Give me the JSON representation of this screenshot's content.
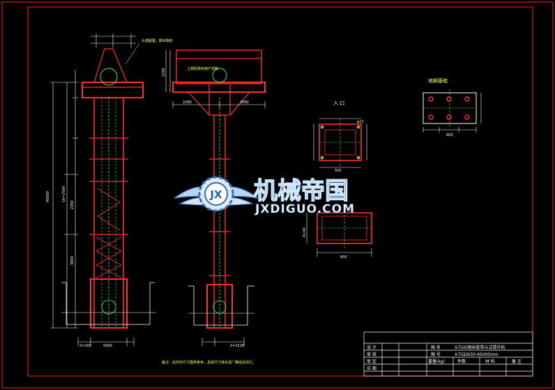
{
  "drawing": {
    "note": "备注：此外形尺寸图供参考，具体尺寸待水泥厂确定后另行。",
    "labels": {
      "top_left_callout": "头部超重，卸出物料",
      "mid_callout": "上部机架由用户自制",
      "entrance_title": "入 口",
      "foundation_title": "地脚基础",
      "bolt_callout": "φ22",
      "dim_total_height": "45000",
      "dim_mid_height": "16=2500",
      "dim_2350": "2350",
      "dim_3800": "3800",
      "dim_1200": "1200",
      "dim_h_top": "2280",
      "dim_h_top2": "2660",
      "dim_base1": "2=200",
      "dim_base2": "5000",
      "dim_base3": "2=1529",
      "dim_500": "500",
      "dim_600": "600",
      "dim_600b": "600",
      "dim_4_40": "4×40"
    }
  },
  "watermark": {
    "cn": "机械帝国",
    "en": "JXDIGUO.COM",
    "badge": "JX"
  },
  "title_block": {
    "rows": [
      {
        "label": "设 计",
        "key": "图 名",
        "value": "X-TGD钢丝胶带斗式提升机"
      },
      {
        "label": "审 核",
        "key": "图 号",
        "value": "X-TGD630-45000mm"
      },
      {
        "label": "审 定",
        "key": "重量(kg)",
        "value": "件数",
        "col3": "材 料",
        "col4": "备 注"
      },
      {
        "label": "日 期",
        "key": "",
        "value": ""
      }
    ]
  }
}
